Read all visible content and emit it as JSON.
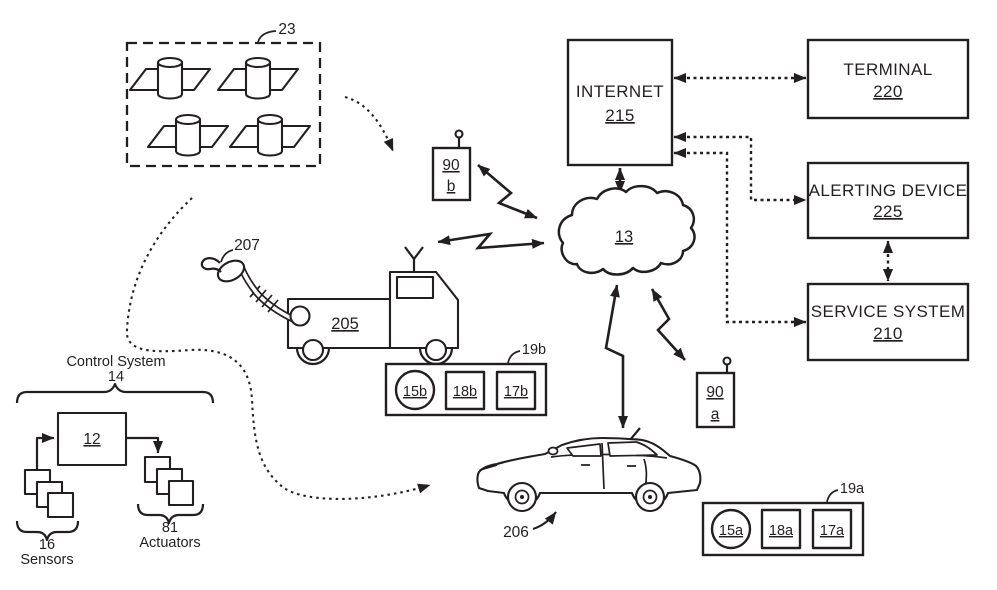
{
  "satellite_group": {
    "ref": "23"
  },
  "internet": {
    "label": "INTERNET",
    "ref": "215"
  },
  "terminal": {
    "label": "TERMINAL",
    "ref": "220"
  },
  "alerting_device": {
    "label": "ALERTING DEVICE",
    "ref": "225"
  },
  "service_system": {
    "label": "SERVICE SYSTEM",
    "ref": "210"
  },
  "network_cloud": {
    "ref": "13"
  },
  "transceiver_b": {
    "num": "90",
    "suffix": "b"
  },
  "transceiver_a": {
    "num": "90",
    "suffix": "a"
  },
  "robot_arm": {
    "ref": "207"
  },
  "truck": {
    "ref": "205"
  },
  "car": {
    "ref": "206"
  },
  "module_b": {
    "ref": "19b",
    "items": [
      "15b",
      "18b",
      "17b"
    ]
  },
  "module_a": {
    "ref": "19a",
    "items": [
      "15a",
      "18a",
      "17a"
    ]
  },
  "control_system": {
    "title": "Control System",
    "ref": "14",
    "controller": "12",
    "sensors_num": "16",
    "sensors_label": "Sensors",
    "actuators_num": "81",
    "actuators_label": "Actuators"
  },
  "colors": {
    "ink": "#231f20",
    "paper": "#ffffff"
  }
}
